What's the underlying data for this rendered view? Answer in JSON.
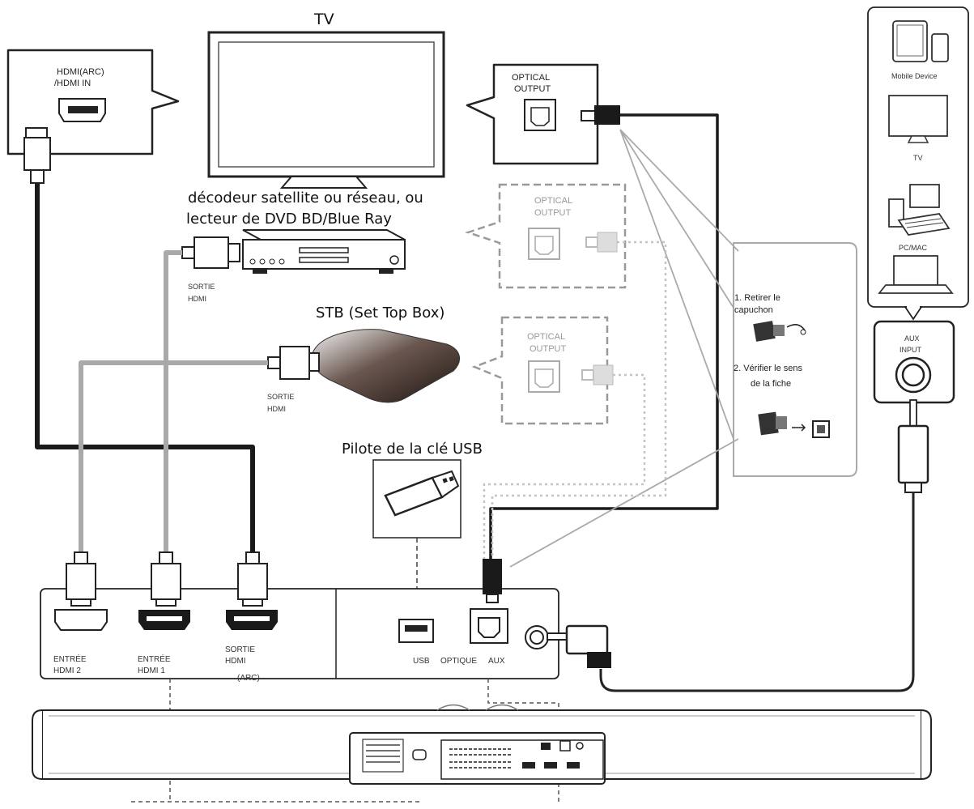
{
  "labels": {
    "tv": "TV",
    "hdmi_arc_line1": "HDMI(ARC)",
    "hdmi_arc_line2": "/HDMI IN",
    "optical_output_line1": "OPTICAL",
    "optical_output_line2": "OUTPUT",
    "decoder_line1": "décodeur satellite ou réseau, ou",
    "decoder_line2": "lecteur de DVD BD/Blue Ray",
    "sortie_hdmi_line1": "SORTIE",
    "sortie_hdmi_line2": "HDMI",
    "stb": "STB (Set Top Box)",
    "usb_title": "Pilote de la clé USB",
    "step1_line1": "1. Retirer le",
    "step1_line2": "capuchon",
    "step2_line1": "2. Vérifier le sens",
    "step2_line2": "de la fiche",
    "mobile_device": "Mobile Device",
    "devices_tv": "TV",
    "pc_mac": "PC/MAC",
    "aux_input_line1": "AUX",
    "aux_input_line2": "INPUT",
    "entree_hdmi2_line1": "ENTRÉE",
    "entree_hdmi2_line2": "HDMI  2",
    "entree_hdmi1_line1": "ENTRÉE",
    "entree_hdmi1_line2": "HDMI  1",
    "sortie_arc_line1": "SORTIE",
    "sortie_arc_line2": "HDMI",
    "sortie_arc_line3": "(ARC)",
    "usb_port": "USB",
    "optique_port": "OPTIQUE",
    "aux_port": "AUX"
  },
  "colors": {
    "dark_cable": "#1a1a1a",
    "gray_cable": "#a9a9a9",
    "outline": "#222222",
    "dashed_gray": "#999999"
  }
}
